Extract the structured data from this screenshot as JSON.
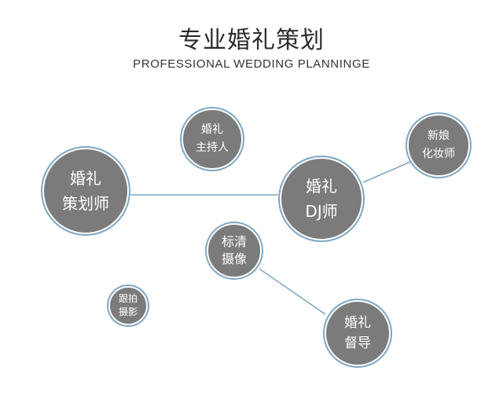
{
  "header": {
    "title": "专业婚礼策划",
    "subtitle": "PROFESSIONAL WEDDING PLANNINGE"
  },
  "nodes": {
    "host": {
      "line1": "婚礼",
      "line2": "主持人"
    },
    "planner": {
      "line1": "婚礼",
      "line2": "策划师"
    },
    "makeup": {
      "line1": "新娘",
      "line2": "化妆师"
    },
    "dj": {
      "line1": "婚礼",
      "line2": "DJ师"
    },
    "video": {
      "line1": "标清",
      "line2": "摄像"
    },
    "photo": {
      "line1": "跟拍",
      "line2": "摄影"
    },
    "supervisor": {
      "line1": "婚礼",
      "line2": "督导"
    }
  },
  "colors": {
    "node_fill": "#7b7b7b",
    "ring": "#7da6c4",
    "line": "#7da6c4"
  }
}
